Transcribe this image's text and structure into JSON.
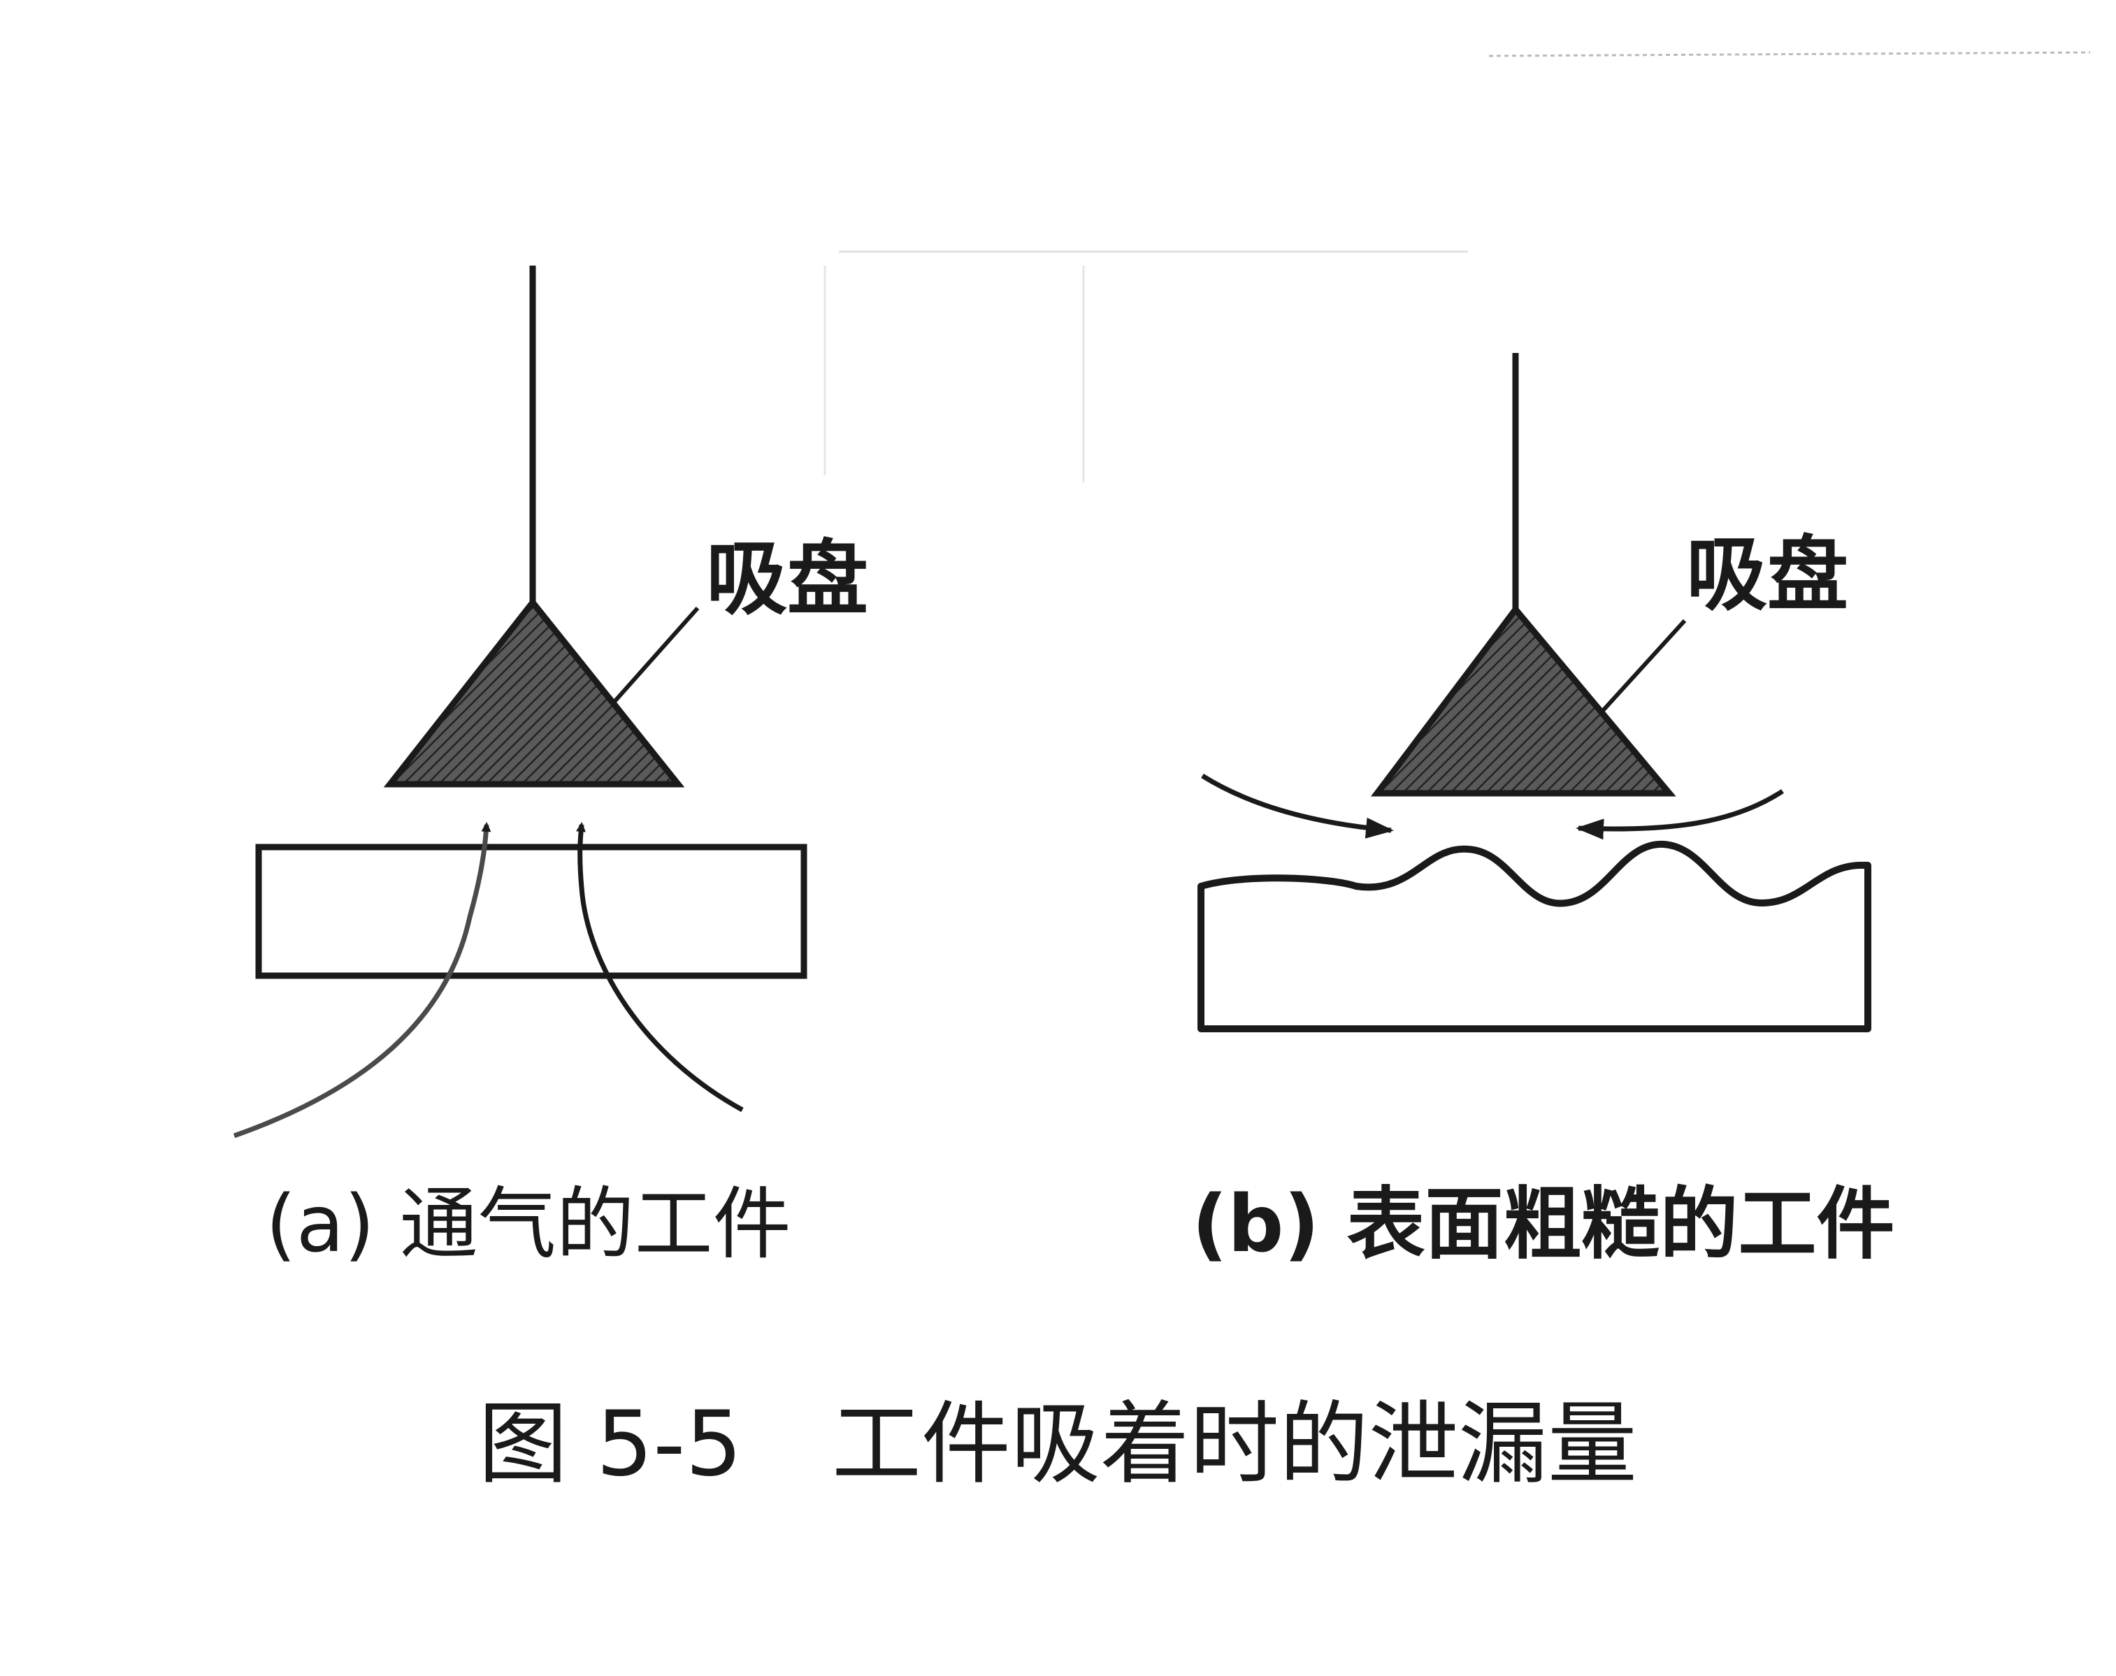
{
  "figure": {
    "caption": "图 5-5　工件吸着时的泄漏量",
    "panel_a": {
      "part_label": "吸盘",
      "caption": "(a) 通气的工件"
    },
    "panel_b": {
      "part_label": "吸盘",
      "caption": "(b) 表面粗糙的工件"
    }
  },
  "colors": {
    "ink": "#1a1a1a",
    "cup_fill": "#4a4a4a",
    "background": "#ffffff"
  }
}
